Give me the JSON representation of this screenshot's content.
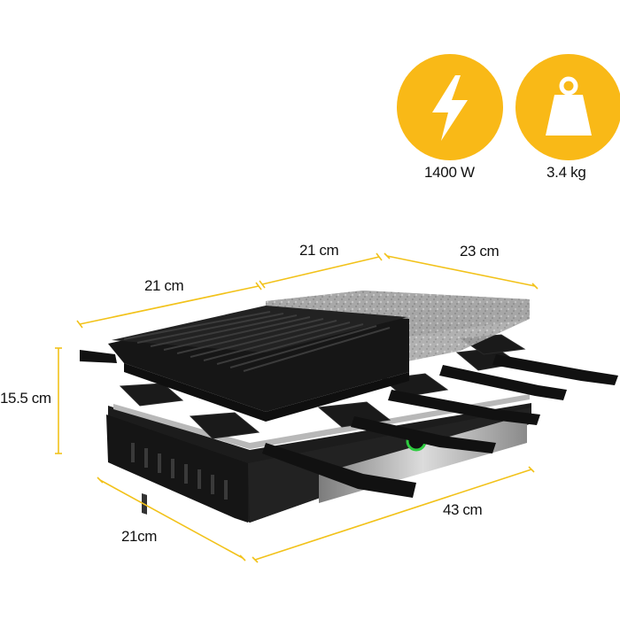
{
  "specs": {
    "power": {
      "label": "1400 W",
      "icon": "lightning-bolt-icon"
    },
    "weight": {
      "label": "3.4 kg",
      "icon": "weight-icon"
    }
  },
  "dimensions": {
    "grill_plate_width": "21 cm",
    "stone_plate_width": "21 cm",
    "stone_plate_depth": "23 cm",
    "height": "15.5 cm",
    "base_depth": "21cm",
    "total_length": "43 cm"
  },
  "colors": {
    "accent": "#f9b917",
    "dimension_line": "#f2c21a",
    "appliance_body": "#1c1c1c",
    "stone": "#a9a9a9",
    "power_ring": "#2ecc40"
  }
}
